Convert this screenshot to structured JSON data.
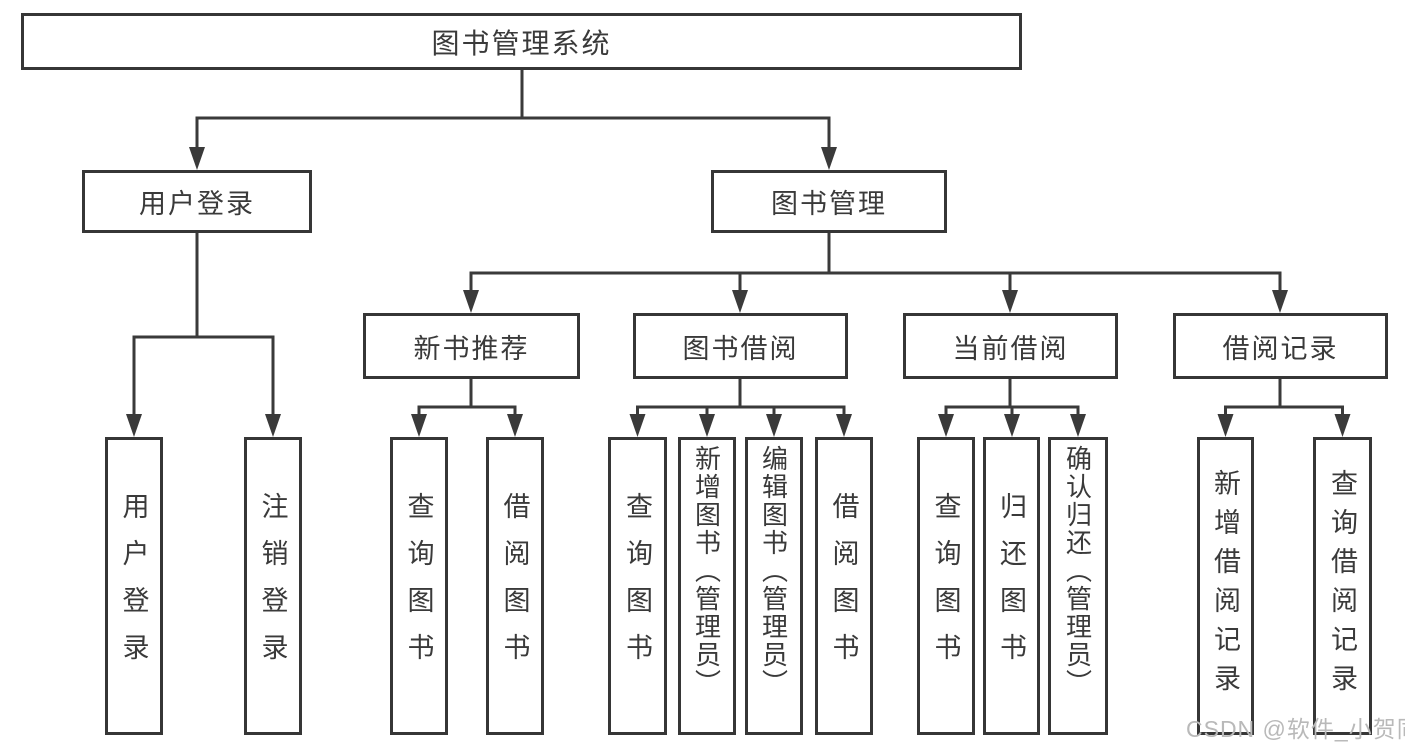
{
  "diagram": {
    "root": {
      "label": "图书管理系统"
    },
    "level2": [
      {
        "label": "用户登录"
      },
      {
        "label": "图书管理"
      }
    ],
    "level3": [
      {
        "label": "新书推荐",
        "parent": "图书管理"
      },
      {
        "label": "图书借阅",
        "parent": "图书管理"
      },
      {
        "label": "当前借阅",
        "parent": "图书管理"
      },
      {
        "label": "借阅记录",
        "parent": "图书管理"
      }
    ],
    "leaves": [
      {
        "label": "用户登录",
        "parent": "用户登录"
      },
      {
        "label": "注销登录",
        "parent": "用户登录"
      },
      {
        "label": "查询图书",
        "parent": "新书推荐"
      },
      {
        "label": "借阅图书",
        "parent": "新书推荐"
      },
      {
        "label": "查询图书",
        "parent": "图书借阅"
      },
      {
        "label": "新增图书（管理员）",
        "parent": "图书借阅"
      },
      {
        "label": "编辑图书（管理员）",
        "parent": "图书借阅"
      },
      {
        "label": "借阅图书",
        "parent": "图书借阅"
      },
      {
        "label": "查询图书",
        "parent": "当前借阅"
      },
      {
        "label": "归还图书",
        "parent": "当前借阅"
      },
      {
        "label": "确认归还（管理员）",
        "parent": "当前借阅"
      },
      {
        "label": "新增借阅记录",
        "parent": "借阅记录"
      },
      {
        "label": "查询借阅记录",
        "parent": "借阅记录"
      }
    ]
  },
  "watermark": {
    "text": "CSDN @软件_小贺同学"
  },
  "colors": {
    "line": "#3a3a3a",
    "box_border": "#363636",
    "text": "#3a3a3a",
    "watermark": "#b9b9b9",
    "background": "#ffffff"
  }
}
